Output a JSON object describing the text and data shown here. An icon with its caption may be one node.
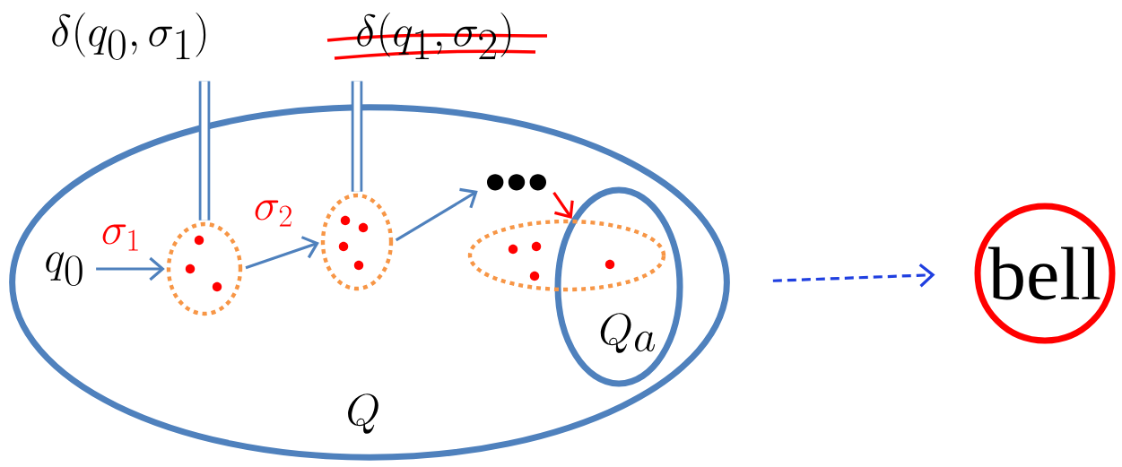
{
  "diagram": {
    "nodes": [
      {
        "text": [
          "Q"
        ]
      },
      {
        "text": [
          "q_0"
        ],
        "in": 0
      },
      {
        "text": [],
        "shape": "circle",
        "in": 0
      },
      {
        "text": [],
        "shape": "circle",
        "in": 0
      },
      {
        "text": [
          "•••"
        ],
        "in": 0
      },
      {
        "text": [
          "Q_a"
        ],
        "in": 0
      },
      {
        "text": [],
        "shape": "circle",
        "in": 0
      },
      {
        "text": [
          "\\delta(q_0,\\sigma_1)"
        ]
      },
      {
        "text": [
          "\\delta(q_1,\\sigma_2)"
        ]
      },
      {
        "text": [
          "bell"
        ]
      }
    ],
    "edges": [
      {
        "from": 1,
        "to": 2,
        "arrow": "to",
        "label": "\\sigma_1"
      },
      {
        "from": 2,
        "to": 3,
        "arrow": "to",
        "label": "\\sigma_2"
      },
      {
        "from": 3,
        "to": 4,
        "arrow": "to"
      },
      {
        "from": 4,
        "to": 5,
        "arrow": "to",
        "color": "#ff0000"
      },
      {
        "from": 0,
        "to": 9,
        "arrow": "to",
        "style": "dashed",
        "color": "#1f3fe0"
      },
      {
        "from": 7,
        "to": 2,
        "arrow": "none",
        "style": "thick"
      },
      {
        "from": 8,
        "to": 3,
        "arrow": "none",
        "style": "thick"
      }
    ]
  }
}
